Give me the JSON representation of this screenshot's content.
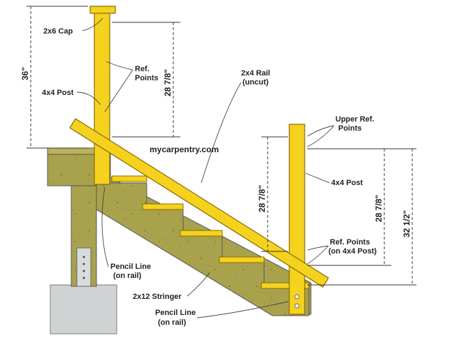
{
  "watermark": "mycarpentry.com",
  "labels": {
    "cap": "2x6 Cap",
    "ref_points_1": "Ref.",
    "ref_points_2": "Points",
    "post_left": "4x4 Post",
    "rail_1": "2x4 Rail",
    "rail_2": "(uncut)",
    "upper_ref_1": "Upper Ref.",
    "upper_ref_2": "Points",
    "post_right": "4x4 Post",
    "ref_on_post_1": "Ref. Points",
    "ref_on_post_2": "(on 4x4 Post)",
    "pencil_upper_1": "Pencil Line",
    "pencil_upper_2": "(on rail)",
    "stringer": "2x12 Stringer",
    "pencil_lower_1": "Pencil Line",
    "pencil_lower_2": "(on rail)"
  },
  "dimensions": {
    "left_height": "36\"",
    "left_ref": "28 7/8\"",
    "right_ref_a": "28 7/8\"",
    "right_ref_b": "28 7/8\"",
    "right_total": "32 1/2\""
  },
  "colors": {
    "lumber_yellow": "#f5d21e",
    "lumber_outline": "#8a6a00",
    "wood_green": "#a9a24d",
    "wood_dark": "#7f7a35",
    "concrete": "#cfd3d3"
  }
}
